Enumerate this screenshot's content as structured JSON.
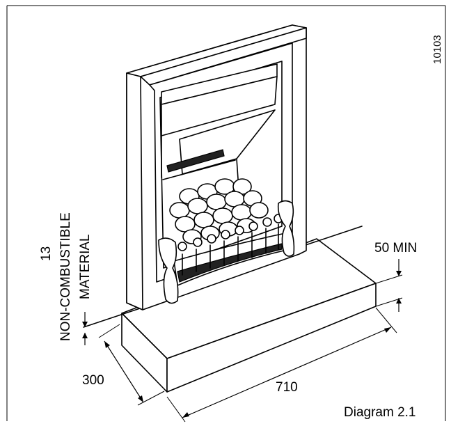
{
  "labels": {
    "ref_number": "10103",
    "thickness": "13",
    "material_line1": "NON-COMBUSTIBLE",
    "material_line2": "MATERIAL",
    "height_min": "50 MIN",
    "depth": "300",
    "width": "710",
    "caption": "Diagram 2.1"
  }
}
